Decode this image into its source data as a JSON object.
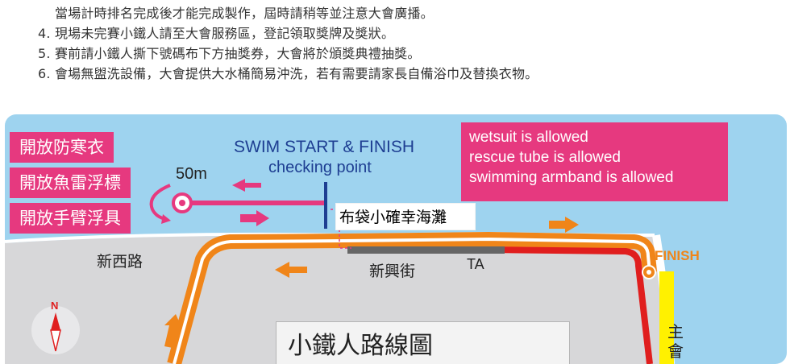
{
  "notes": [
    "當場計時排名完成後才能完成製作，屆時請稍等並注意大會廣播。",
    "4. 現場未完賽小鐵人請至大會服務區，登記領取獎牌及獎狀。",
    "5. 賽前請小鐵人撕下號碼布下方抽獎券，大會將於頒獎典禮抽獎。",
    "6. 會場無盥洗設備，大會提供大水桶簡易沖洗，若有需要請家長自備浴巾及替換衣物。"
  ],
  "map": {
    "tags": [
      "開放防寒衣",
      "開放魚雷浮標",
      "開放手臂浮具"
    ],
    "distance": "50m",
    "swim_title": "SWIM START & FINISH",
    "checking_point": "checking point",
    "allowed": [
      "wetsuit is allowed",
      "rescue tube is allowed",
      "swimming armband is allowed"
    ],
    "beach_label": "布袋小確幸海灘",
    "road_west": "新西路",
    "road_xinxing": "新興街",
    "ta_label": "TA",
    "finish_label": "FINISH",
    "north_label": "N",
    "route_title": "小鐵人路線圖",
    "venue_partial": "主會"
  },
  "colors": {
    "sea": "#9ed3ef",
    "land": "#d7d7d9",
    "pink": "#e6397f",
    "orange": "#f08519",
    "red": "#e01e1e",
    "yellow": "#fff100",
    "navy": "#1e3e92"
  }
}
